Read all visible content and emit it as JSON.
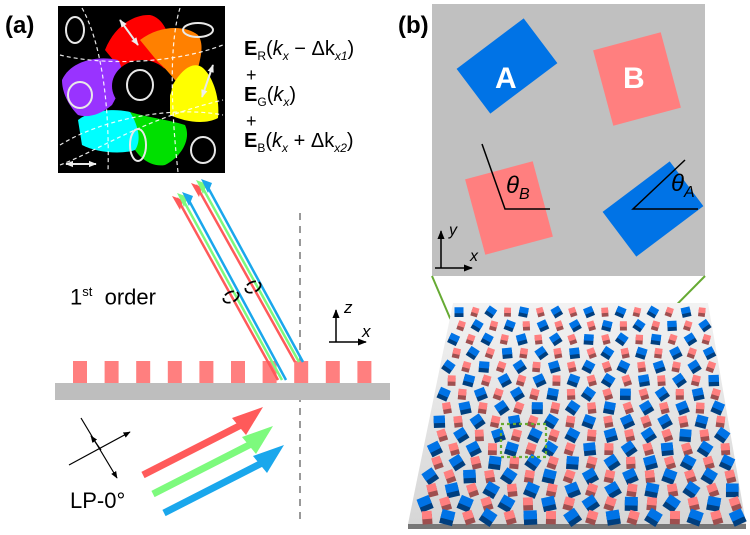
{
  "figure": {
    "panel_a": {
      "label": "(a)",
      "equation": {
        "terms": [
          {
            "field": "E",
            "sub": "R",
            "arg_k": "k",
            "arg_k_sub": "x",
            "op": "−",
            "delta": "Δk",
            "delta_sub": "x1"
          },
          {
            "field": "E",
            "sub": "G",
            "arg_k": "k",
            "arg_k_sub": "x",
            "op": "",
            "delta": "",
            "delta_sub": ""
          },
          {
            "field": "E",
            "sub": "B",
            "arg_k": "k",
            "arg_k_sub": "x",
            "op": "+",
            "delta": "Δk",
            "delta_sub": "x2"
          }
        ],
        "joiner": "+"
      },
      "order_label": {
        "prefix": "1",
        "sup": "st",
        "text": "order"
      },
      "axes": {
        "vertical": "z",
        "horizontal": "x"
      },
      "polarization_label": "LP-0°",
      "poincare_colors": [
        "#ff0000",
        "#ff8000",
        "#ffff00",
        "#00e000",
        "#00ffff",
        "#9933ff"
      ],
      "beam_colors": {
        "red": "#ff5a5a",
        "green": "#7dfa7d",
        "blue": "#1aa7ec"
      },
      "grating": {
        "pillar_count": 10,
        "pillar_color": "#ff7f7f",
        "substrate_color": "#bebebe"
      }
    },
    "panel_b": {
      "label": "(b)",
      "meta_atom_A": {
        "label": "A",
        "color": "#0073e6",
        "angle_symbol": "θ",
        "angle_sub": "A"
      },
      "meta_atom_B": {
        "label": "B",
        "color": "#ff7f7f",
        "angle_symbol": "θ",
        "angle_sub": "B"
      },
      "axes": {
        "vertical": "y",
        "horizontal": "x"
      },
      "background_color": "#c0c0c0",
      "zoom_line_color": "#66aa33",
      "array": {
        "rows": 16,
        "cols": 16
      }
    }
  }
}
